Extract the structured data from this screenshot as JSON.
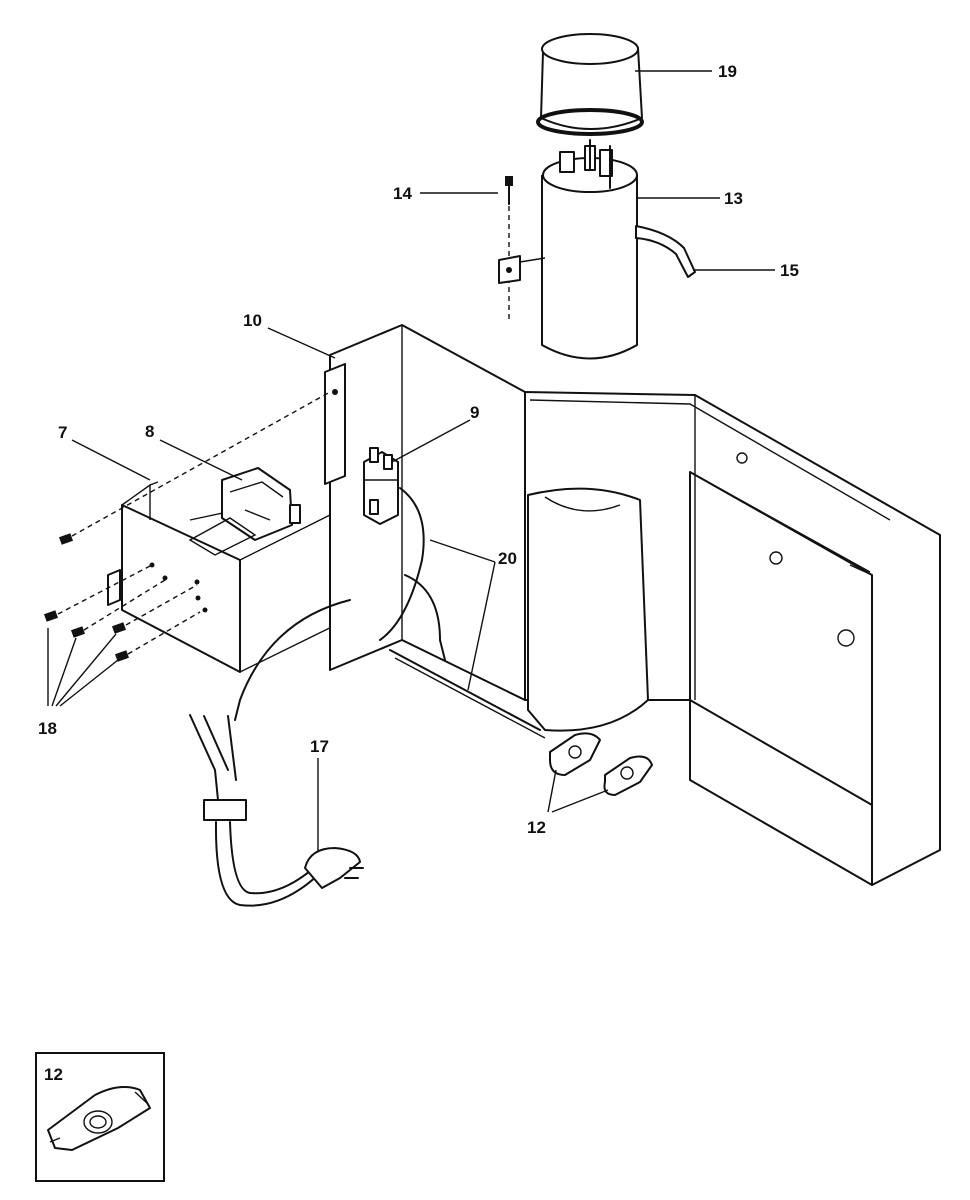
{
  "diagram": {
    "callouts": {
      "c7": "7",
      "c8": "8",
      "c9": "9",
      "c10": "10",
      "c12": "12",
      "c13": "13",
      "c14": "14",
      "c15": "15",
      "c17": "17",
      "c18": "18",
      "c19": "19",
      "c20": "20"
    },
    "inset": {
      "label": "12"
    }
  }
}
